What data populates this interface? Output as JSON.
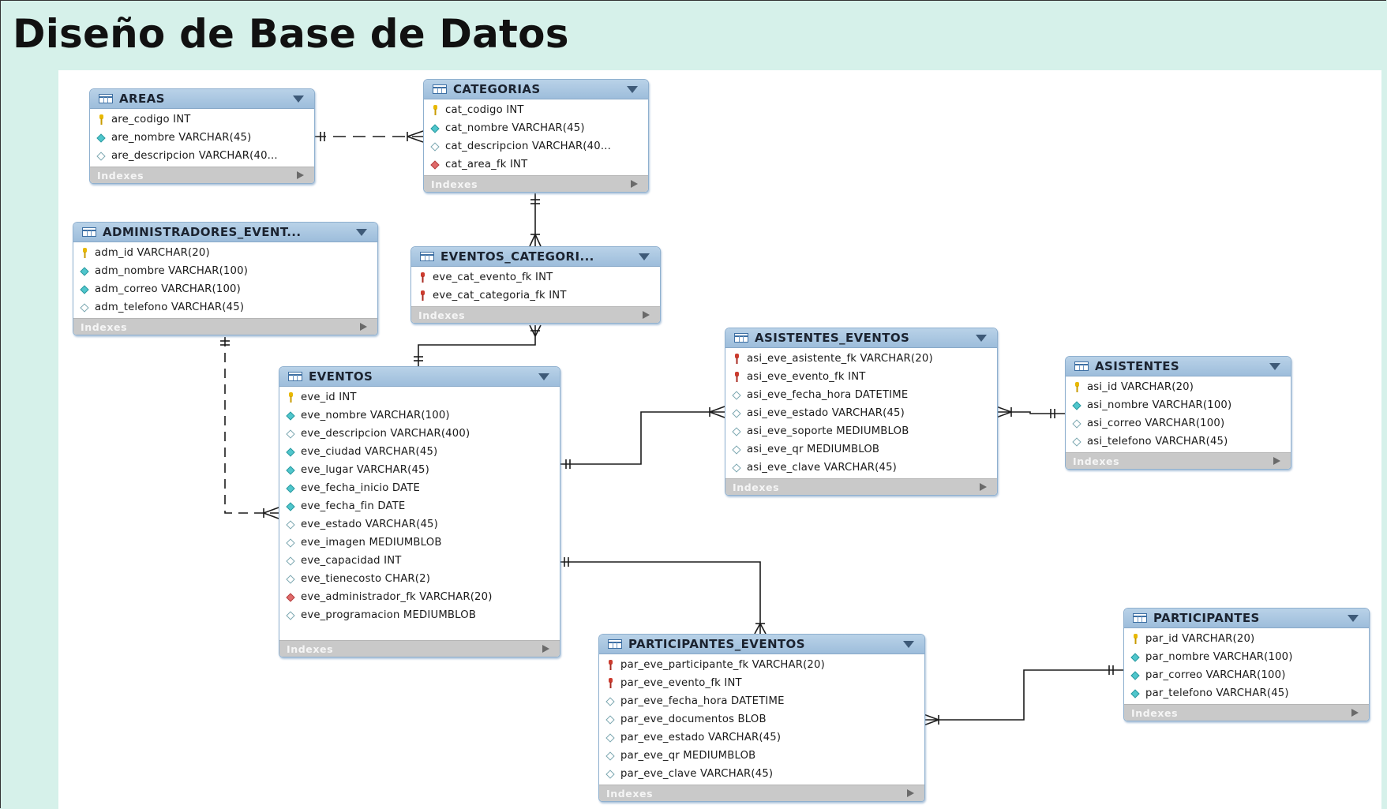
{
  "title": "Diseño de Base de Datos",
  "indexes_label": "Indexes",
  "tables": [
    {
      "name": "AREAS",
      "columns": [
        {
          "text": "are_codigo INT",
          "type": "pk"
        },
        {
          "text": "are_nombre VARCHAR(45)",
          "type": "nn"
        },
        {
          "text": "are_descripcion VARCHAR(40...",
          "type": "null"
        }
      ]
    },
    {
      "name": "CATEGORIAS",
      "columns": [
        {
          "text": "cat_codigo INT",
          "type": "pk"
        },
        {
          "text": "cat_nombre VARCHAR(45)",
          "type": "nn"
        },
        {
          "text": "cat_descripcion VARCHAR(40...",
          "type": "null"
        },
        {
          "text": "cat_area_fk INT",
          "type": "fkcol"
        }
      ]
    },
    {
      "name": "ADMINISTRADORES_EVENT...",
      "columns": [
        {
          "text": "adm_id VARCHAR(20)",
          "type": "pk"
        },
        {
          "text": "adm_nombre VARCHAR(100)",
          "type": "nn"
        },
        {
          "text": "adm_correo VARCHAR(100)",
          "type": "nn"
        },
        {
          "text": "adm_telefono VARCHAR(45)",
          "type": "null"
        }
      ]
    },
    {
      "name": "EVENTOS_CATEGORI...",
      "columns": [
        {
          "text": "eve_cat_evento_fk INT",
          "type": "fk"
        },
        {
          "text": "eve_cat_categoria_fk INT",
          "type": "fk"
        }
      ]
    },
    {
      "name": "EVENTOS",
      "columns": [
        {
          "text": "eve_id INT",
          "type": "pk"
        },
        {
          "text": "eve_nombre VARCHAR(100)",
          "type": "nn"
        },
        {
          "text": "eve_descripcion VARCHAR(400)",
          "type": "null"
        },
        {
          "text": "eve_ciudad VARCHAR(45)",
          "type": "nn"
        },
        {
          "text": "eve_lugar VARCHAR(45)",
          "type": "nn"
        },
        {
          "text": "eve_fecha_inicio DATE",
          "type": "nn"
        },
        {
          "text": "eve_fecha_fin DATE",
          "type": "nn"
        },
        {
          "text": "eve_estado VARCHAR(45)",
          "type": "null"
        },
        {
          "text": "eve_imagen MEDIUMBLOB",
          "type": "null"
        },
        {
          "text": "eve_capacidad INT",
          "type": "null"
        },
        {
          "text": "eve_tienecosto CHAR(2)",
          "type": "null"
        },
        {
          "text": "eve_administrador_fk VARCHAR(20)",
          "type": "fkcol"
        },
        {
          "text": "eve_programacion MEDIUMBLOB",
          "type": "null"
        }
      ]
    },
    {
      "name": "ASISTENTES_EVENTOS",
      "columns": [
        {
          "text": "asi_eve_asistente_fk VARCHAR(20)",
          "type": "fk"
        },
        {
          "text": "asi_eve_evento_fk INT",
          "type": "fk"
        },
        {
          "text": "asi_eve_fecha_hora DATETIME",
          "type": "null"
        },
        {
          "text": "asi_eve_estado VARCHAR(45)",
          "type": "null"
        },
        {
          "text": "asi_eve_soporte MEDIUMBLOB",
          "type": "null"
        },
        {
          "text": "asi_eve_qr MEDIUMBLOB",
          "type": "null"
        },
        {
          "text": "asi_eve_clave VARCHAR(45)",
          "type": "null"
        }
      ]
    },
    {
      "name": "ASISTENTES",
      "columns": [
        {
          "text": "asi_id VARCHAR(20)",
          "type": "pk"
        },
        {
          "text": "asi_nombre VARCHAR(100)",
          "type": "nn"
        },
        {
          "text": "asi_correo VARCHAR(100)",
          "type": "null"
        },
        {
          "text": "asi_telefono VARCHAR(45)",
          "type": "null"
        }
      ]
    },
    {
      "name": "PARTICIPANTES_EVENTOS",
      "columns": [
        {
          "text": "par_eve_participante_fk VARCHAR(20)",
          "type": "fk"
        },
        {
          "text": "par_eve_evento_fk INT",
          "type": "fk"
        },
        {
          "text": "par_eve_fecha_hora DATETIME",
          "type": "null"
        },
        {
          "text": "par_eve_documentos BLOB",
          "type": "null"
        },
        {
          "text": "par_eve_estado VARCHAR(45)",
          "type": "null"
        },
        {
          "text": "par_eve_qr MEDIUMBLOB",
          "type": "null"
        },
        {
          "text": "par_eve_clave VARCHAR(45)",
          "type": "null"
        }
      ]
    },
    {
      "name": "PARTICIPANTES",
      "columns": [
        {
          "text": "par_id VARCHAR(20)",
          "type": "pk"
        },
        {
          "text": "par_nombre VARCHAR(100)",
          "type": "nn"
        },
        {
          "text": "par_correo VARCHAR(100)",
          "type": "nn"
        },
        {
          "text": "par_telefono VARCHAR(45)",
          "type": "nn"
        }
      ]
    }
  ],
  "relationships": [
    {
      "from": "AREAS",
      "to": "CATEGORIAS",
      "style": "dashed"
    },
    {
      "from": "CATEGORIAS",
      "to": "EVENTOS_CATEGORI...",
      "style": "solid"
    },
    {
      "from": "EVENTOS",
      "to": "EVENTOS_CATEGORI...",
      "style": "solid"
    },
    {
      "from": "ADMINISTRADORES_EVENT...",
      "to": "EVENTOS",
      "style": "dashed"
    },
    {
      "from": "EVENTOS",
      "to": "ASISTENTES_EVENTOS",
      "style": "solid"
    },
    {
      "from": "ASISTENTES",
      "to": "ASISTENTES_EVENTOS",
      "style": "solid"
    },
    {
      "from": "EVENTOS",
      "to": "PARTICIPANTES_EVENTOS",
      "style": "solid"
    },
    {
      "from": "PARTICIPANTES",
      "to": "PARTICIPANTES_EVENTOS",
      "style": "solid"
    }
  ]
}
